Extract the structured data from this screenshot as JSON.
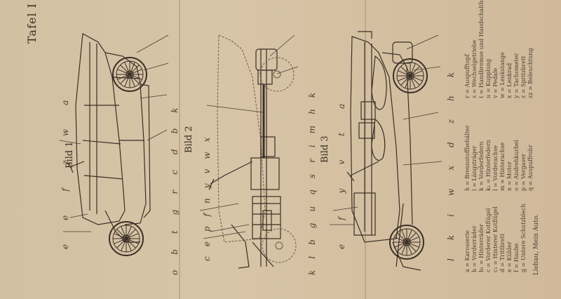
{
  "plate_title": "Tafel I",
  "figures": [
    {
      "caption": "Bild 1",
      "labels_top": [
        "k",
        "b",
        "d",
        "c",
        "r",
        "g",
        "t",
        "b",
        "o"
      ],
      "labels_bottom": [
        "a",
        "w",
        "z",
        "f",
        "e",
        "e"
      ]
    },
    {
      "caption": "Bild 2",
      "labels_top": [
        "k",
        "h",
        "m",
        "i",
        "r",
        "s",
        "q",
        "u",
        "g",
        "b",
        "l",
        "k"
      ],
      "labels_bottom": [
        "x",
        "w",
        "v",
        "y",
        "n",
        "f",
        "p",
        "e",
        "c"
      ]
    },
    {
      "caption": "Bild 3",
      "labels_top": [
        "k",
        "h",
        "z",
        "d",
        "x",
        "w",
        "i",
        "k",
        "l"
      ],
      "labels_bottom": [
        "a",
        "t",
        "v",
        "y",
        "f",
        "e"
      ]
    }
  ],
  "legend_left": [
    "a = Karosserie",
    "b = Vorderräder",
    "b₁ = Hinterräder",
    "c = Vorderer Kotflügel",
    "c₁ = Hinterer Kotflügel",
    "d = Trittbrett",
    "e = Kühler",
    "f = Haube",
    "g = Untere Schutzblech"
  ],
  "legend_mid": [
    "h = Brennstoffbehälter",
    "i = Längsträger",
    "k = Vorderfedern",
    "k₁ = Hinterfedern",
    "l = Vorderachse",
    "m = Hinterachse",
    "n = Motor",
    "o = Andrehkurbel",
    "p = Vergaser",
    "q = Auspuffrohr"
  ],
  "legend_right": [
    "r = Auspufftopf",
    "s = Wechselgetriebe",
    "t = Handbremse und Handschalthebel",
    "u = Kupplung",
    "v = Pedale",
    "w = Lenkstange",
    "x = Lenkrad",
    "y = Tachometer",
    "z = Spritzbrett",
    "zz = Beleuchtung"
  ],
  "publisher": "Liebau, Mein Auto."
}
